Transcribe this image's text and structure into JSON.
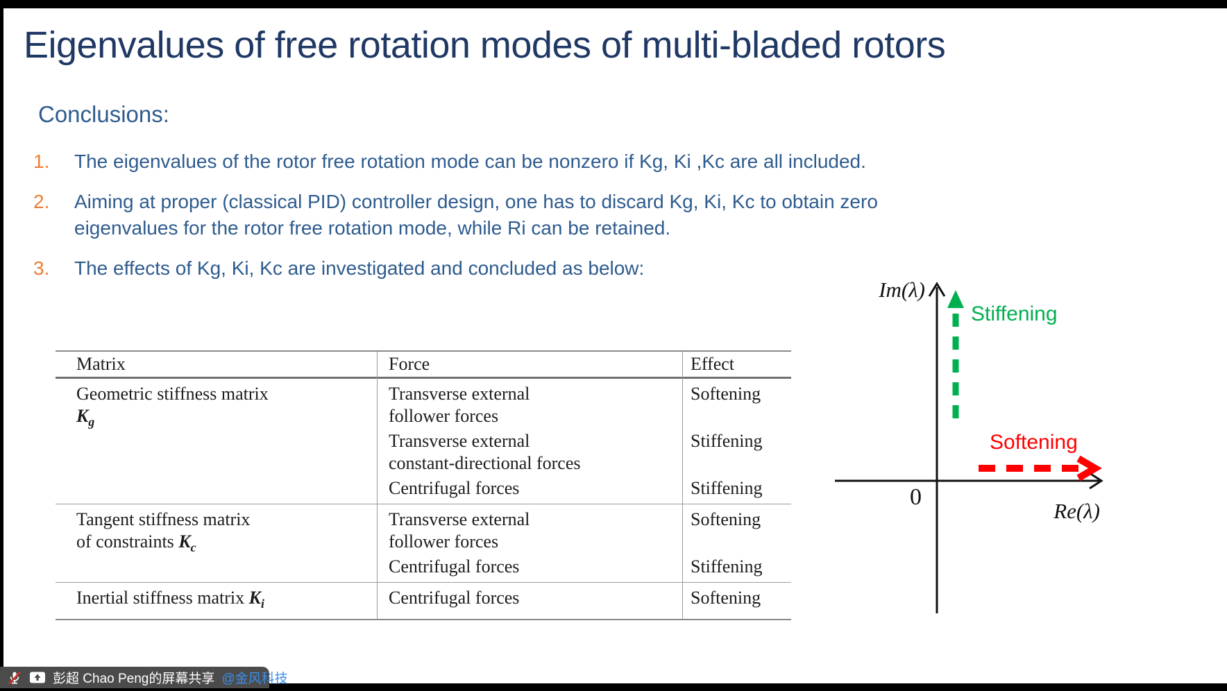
{
  "slide": {
    "title": "Eigenvalues of free rotation modes of multi-bladed rotors",
    "conclusions_heading": "Conclusions:",
    "list": [
      {
        "number": "1.",
        "lines": [
          "The eigenvalues of the rotor free rotation mode can be nonzero if Kg, Ki ,Kc are all included."
        ]
      },
      {
        "number": "2.",
        "lines": [
          "Aiming at proper (classical PID) controller design, one has to discard Kg, Ki, Kc to obtain zero",
          "eigenvalues for the rotor free rotation mode, while Ri can be retained."
        ]
      },
      {
        "number": "3.",
        "lines": [
          "The effects of Kg, Ki, Kc are investigated and concluded as below:"
        ]
      }
    ]
  },
  "table": {
    "headers": [
      "Matrix",
      "Force",
      "Effect"
    ],
    "groups": [
      {
        "matrix": {
          "line1": "Geometric stiffness matrix",
          "line2_prefix": "",
          "sym_base": "K",
          "sym_sub": "g"
        },
        "entries": [
          {
            "force_lines": [
              "Transverse external",
              "follower forces"
            ],
            "effect": "Softening"
          },
          {
            "force_lines": [
              "Transverse external",
              "constant-directional forces"
            ],
            "effect": "Stiffening"
          },
          {
            "force_lines": [
              "Centrifugal forces"
            ],
            "effect": "Stiffening"
          }
        ]
      },
      {
        "matrix": {
          "line1": "Tangent stiffness matrix",
          "line2_prefix": "of constraints ",
          "sym_base": "K",
          "sym_sub": "c"
        },
        "entries": [
          {
            "force_lines": [
              "Transverse external",
              "follower forces"
            ],
            "effect": "Softening"
          },
          {
            "force_lines": [
              "Centrifugal forces"
            ],
            "effect": "Stiffening"
          }
        ]
      },
      {
        "matrix": {
          "line1_prefix": "Inertial stiffness matrix ",
          "sym_base": "K",
          "sym_sub": "i"
        },
        "entries": [
          {
            "force_lines": [
              "Centrifugal forces"
            ],
            "effect": "Softening"
          }
        ]
      }
    ]
  },
  "diagram": {
    "y_axis_label": "Im(λ)",
    "x_axis_label": "Re(λ)",
    "origin_label": "0",
    "stiffening_label": "Stiffening",
    "softening_label": "Softening"
  },
  "toolbar": {
    "share_text": "彭超 Chao Peng的屏幕共享 ",
    "mention_text": "@金风科技",
    "icons": {
      "mic": "mic-muted",
      "share": "screen-share"
    }
  },
  "colors": {
    "title_navy": "#1F3864",
    "body_blue": "#2E5B8E",
    "number_orange": "#ED7D31",
    "stiffening_green": "#00B050",
    "softening_red": "#FF0000",
    "mention_blue": "#3D8EE8",
    "toolbar_gray": "#4B4B4B"
  }
}
